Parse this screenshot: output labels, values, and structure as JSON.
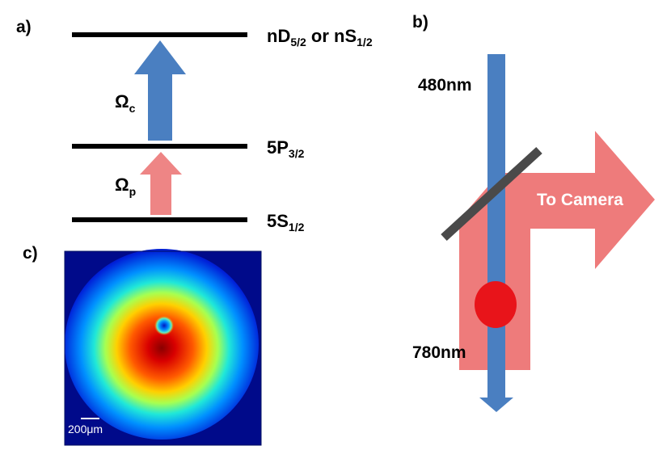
{
  "panels": {
    "a": "a)",
    "b": "b)",
    "c": "c)"
  },
  "levels": {
    "top": {
      "main": "nD",
      "sub1": "5/2",
      "mid": " or nS",
      "sub2": "1/2"
    },
    "middle": {
      "main": "5P",
      "sub": "3/2"
    },
    "bottom": {
      "main": "5S",
      "sub": "1/2"
    }
  },
  "rabi": {
    "coupling": {
      "symbol": "Ω",
      "sub": "c"
    },
    "probe": {
      "symbol": "Ω",
      "sub": "p"
    }
  },
  "beams": {
    "blue_label": "480nm",
    "red_label": "780nm",
    "camera_label": "To Camera"
  },
  "image": {
    "scale_bar_label": "200μm"
  },
  "colors": {
    "coupling_blue": "#4a7fc1",
    "probe_red": "#ee7b7b",
    "mirror": "#4a4a4a",
    "atom_cloud": "#e8141a"
  }
}
